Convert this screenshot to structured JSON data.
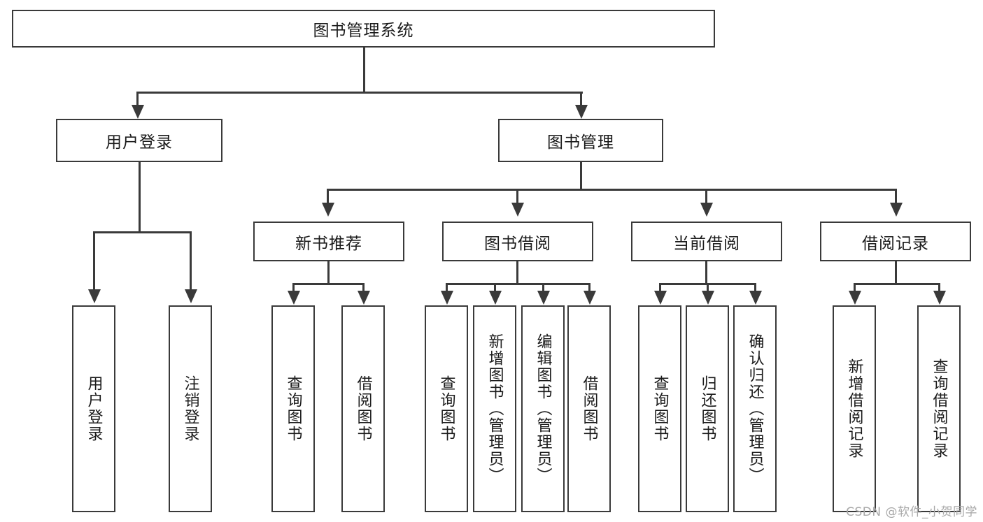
{
  "diagram": {
    "title": "图书管理系统",
    "type": "tree-hierarchy-diagram",
    "watermark": "CSDN @软件_小贺同学",
    "colors": {
      "stroke": "#3a3a3a",
      "fill": "#ffffff",
      "text": "#1b1b1b",
      "watermark": "#a8a8a8"
    },
    "root": {
      "label": "图书管理系统"
    },
    "level2": [
      {
        "label": "用户登录"
      },
      {
        "label": "图书管理"
      }
    ],
    "level3": [
      {
        "label": "新书推荐"
      },
      {
        "label": "图书借阅"
      },
      {
        "label": "当前借阅"
      },
      {
        "label": "借阅记录"
      }
    ],
    "leaves": {
      "user_login": [
        {
          "label": "用户登录"
        },
        {
          "label": "注销登录"
        }
      ],
      "new_book_recommend": [
        {
          "label": "查询图书"
        },
        {
          "label": "借阅图书"
        }
      ],
      "book_borrow": [
        {
          "label": "查询图书"
        },
        {
          "label": "新增图书（管理员）"
        },
        {
          "label": "编辑图书（管理员）"
        },
        {
          "label": "借阅图书"
        }
      ],
      "current_borrow": [
        {
          "label": "查询图书"
        },
        {
          "label": "归还图书"
        },
        {
          "label": "确认归还（管理员）"
        }
      ],
      "borrow_records": [
        {
          "label": "新增借阅记录"
        },
        {
          "label": "查询借阅记录"
        }
      ]
    }
  }
}
